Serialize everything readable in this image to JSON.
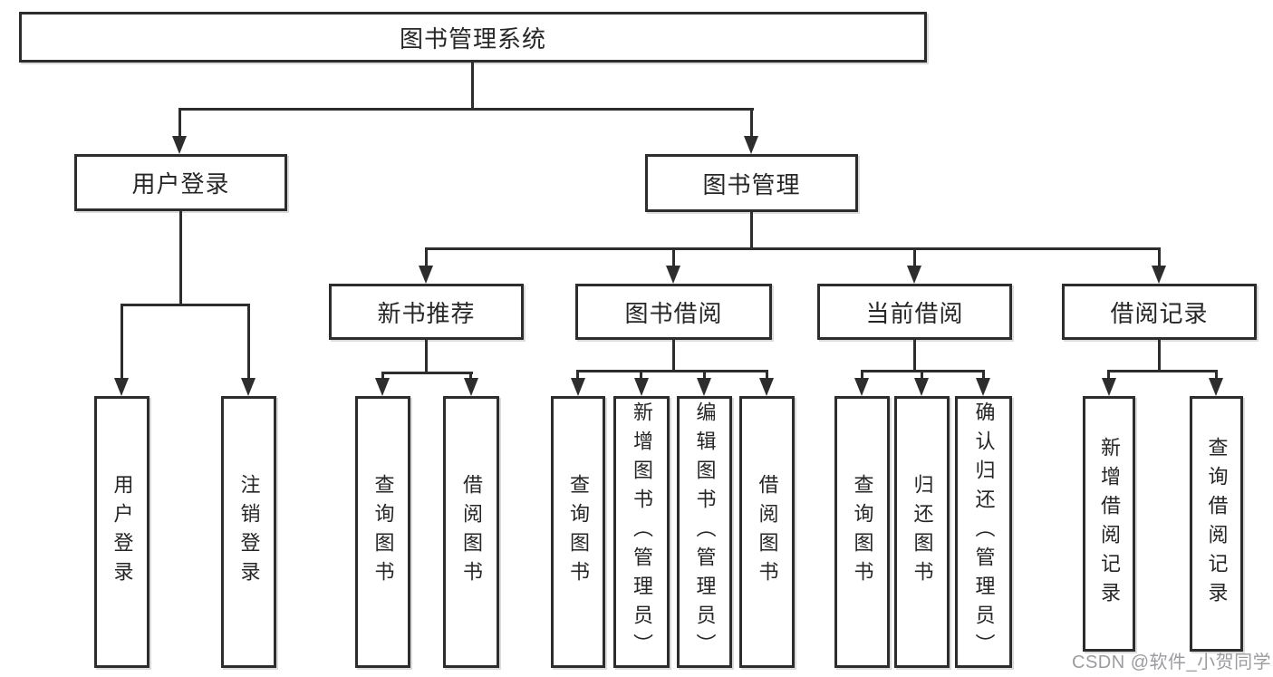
{
  "diagram": {
    "type": "org-tree",
    "tree": {
      "label": "图书管理系统",
      "children": [
        {
          "label": "用户登录",
          "children": [
            {
              "label": "用户登录"
            },
            {
              "label": "注销登录"
            }
          ]
        },
        {
          "label": "图书管理",
          "children": [
            {
              "label": "新书推荐",
              "children": [
                {
                  "label": "查询图书"
                },
                {
                  "label": "借阅图书"
                }
              ]
            },
            {
              "label": "图书借阅",
              "children": [
                {
                  "label": "查询图书"
                },
                {
                  "label": "新增图书（管理员）"
                },
                {
                  "label": "编辑图书（管理员）"
                },
                {
                  "label": "借阅图书"
                }
              ]
            },
            {
              "label": "当前借阅",
              "children": [
                {
                  "label": "查询图书"
                },
                {
                  "label": "归还图书"
                },
                {
                  "label": "确认归还（管理员）"
                }
              ]
            },
            {
              "label": "借阅记录",
              "children": [
                {
                  "label": "新增借阅记录"
                },
                {
                  "label": "查询借阅记录"
                }
              ]
            }
          ]
        }
      ]
    },
    "watermark": "CSDN @软件_小贺同学",
    "colors": {
      "line": "#2d2d2d",
      "text": "#262626",
      "watermark": "#9c9ca0",
      "background": "#ffffff"
    }
  }
}
